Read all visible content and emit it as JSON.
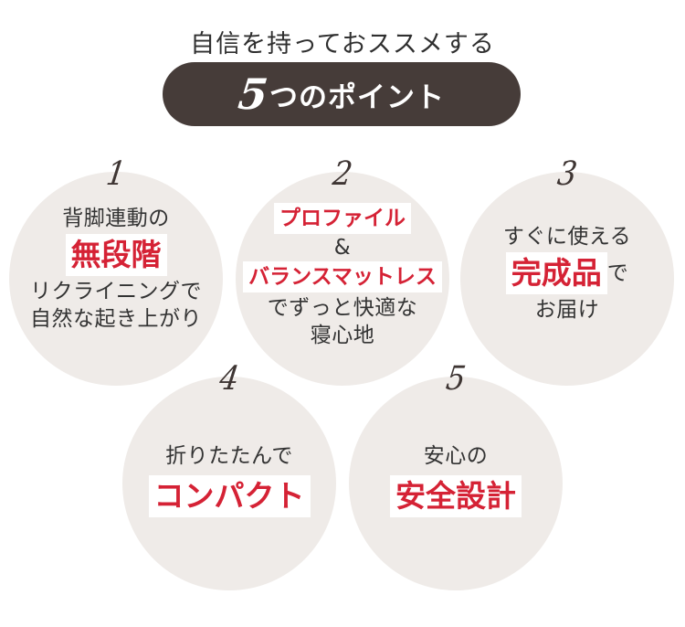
{
  "header": {
    "title": "自信を持っておススメする",
    "pill_number": "5",
    "pill_text": "つのポイント"
  },
  "points": [
    {
      "number": "1",
      "line1": "背脚連動の",
      "highlight": "無段階",
      "line2": "リクライニングで",
      "line3": "自然な起き上がり"
    },
    {
      "number": "2",
      "highlight1": "プロファイル",
      "amp": "&",
      "highlight2": "バランスマットレス",
      "line1": "でずっと快適な",
      "line2": "寝心地"
    },
    {
      "number": "3",
      "line1": "すぐに使える",
      "highlight": "完成品",
      "suffix": "で",
      "line2": "お届け"
    },
    {
      "number": "4",
      "line1": "折りたたんで",
      "highlight": "コンパクト"
    },
    {
      "number": "5",
      "line1": "安心の",
      "highlight": "安全設計"
    }
  ],
  "colors": {
    "pill_background": "#463c39",
    "circle_background": "#efebe8",
    "highlight_text": "#d52235",
    "highlight_background": "#ffffff"
  }
}
